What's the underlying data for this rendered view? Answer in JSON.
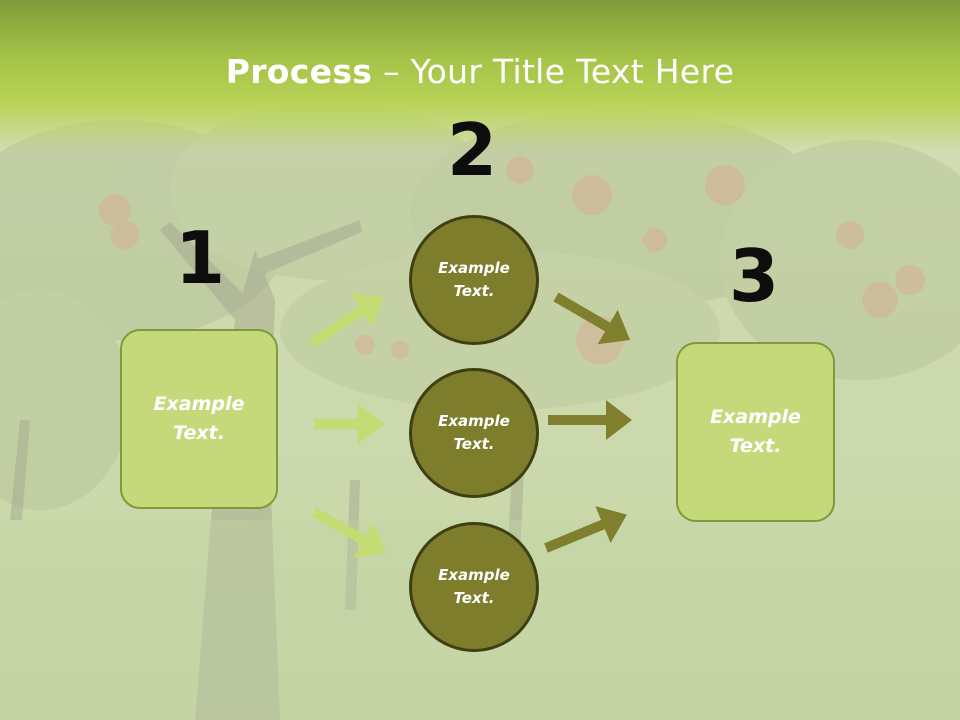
{
  "title": {
    "bold": "Process",
    "rest": " – Your Title Text Here"
  },
  "steps": [
    {
      "number": "1",
      "text": "Example\nText."
    },
    {
      "number": "2",
      "items": [
        "Example\nText.",
        "Example\nText.",
        "Example\nText."
      ]
    },
    {
      "number": "3",
      "text": "Example\nText."
    }
  ],
  "colors": {
    "header": "#a3c246",
    "box_fill": "#c6d97a",
    "box_border": "#7f9a3a",
    "circle_fill": "#7d7d2c",
    "circle_border": "#3f3f14",
    "arrow_light": "#c4dc72",
    "arrow_dark": "#7f7f2e"
  },
  "background_icon": "apple-orchard-photo"
}
